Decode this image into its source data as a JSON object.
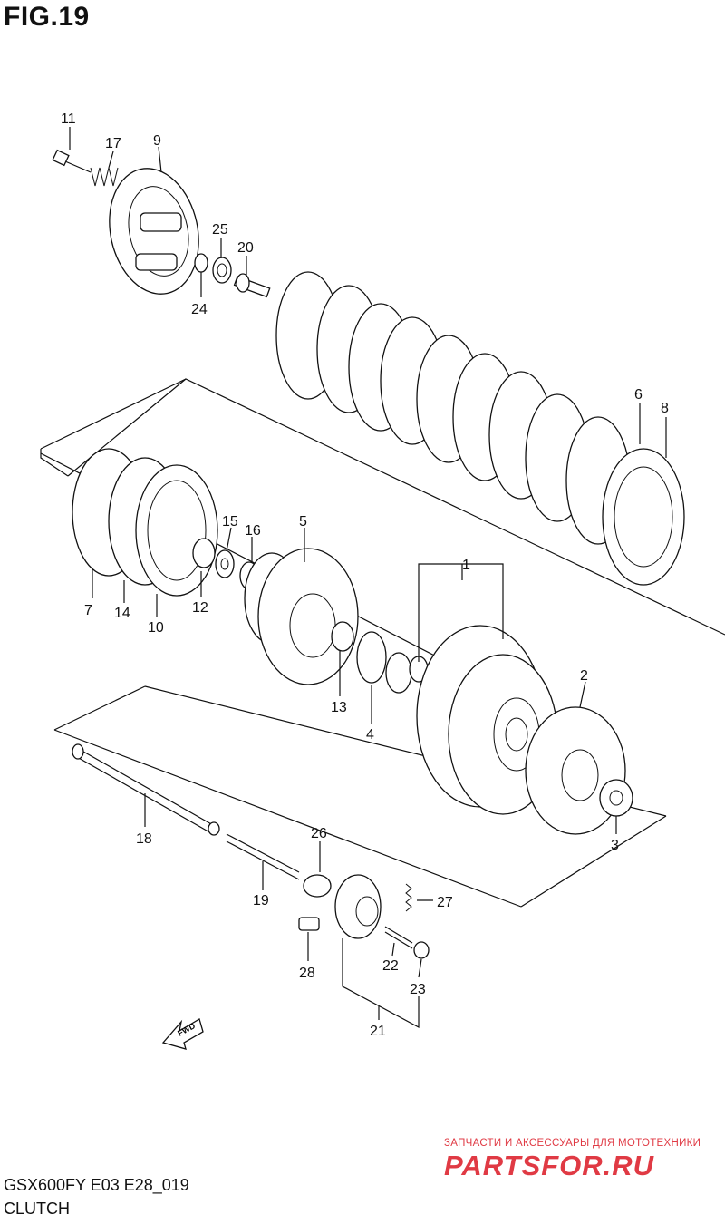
{
  "figure": {
    "title": "FIG.19",
    "model_code": "GSX600FY E03 E28_019",
    "section": "CLUTCH"
  },
  "callouts": [
    "1",
    "2",
    "3",
    "4",
    "5",
    "6",
    "7",
    "8",
    "9",
    "10",
    "11",
    "12",
    "13",
    "14",
    "15",
    "16",
    "17",
    "18",
    "19",
    "20",
    "21",
    "22",
    "23",
    "24",
    "25",
    "26",
    "27",
    "28"
  ],
  "fwd_label": "FWD",
  "watermark": {
    "tagline": "ЗАПЧАСТИ И АКСЕССУАРЫ ДЛЯ МОТОТЕХНИКИ",
    "brand": "PARTSFOR.RU"
  }
}
